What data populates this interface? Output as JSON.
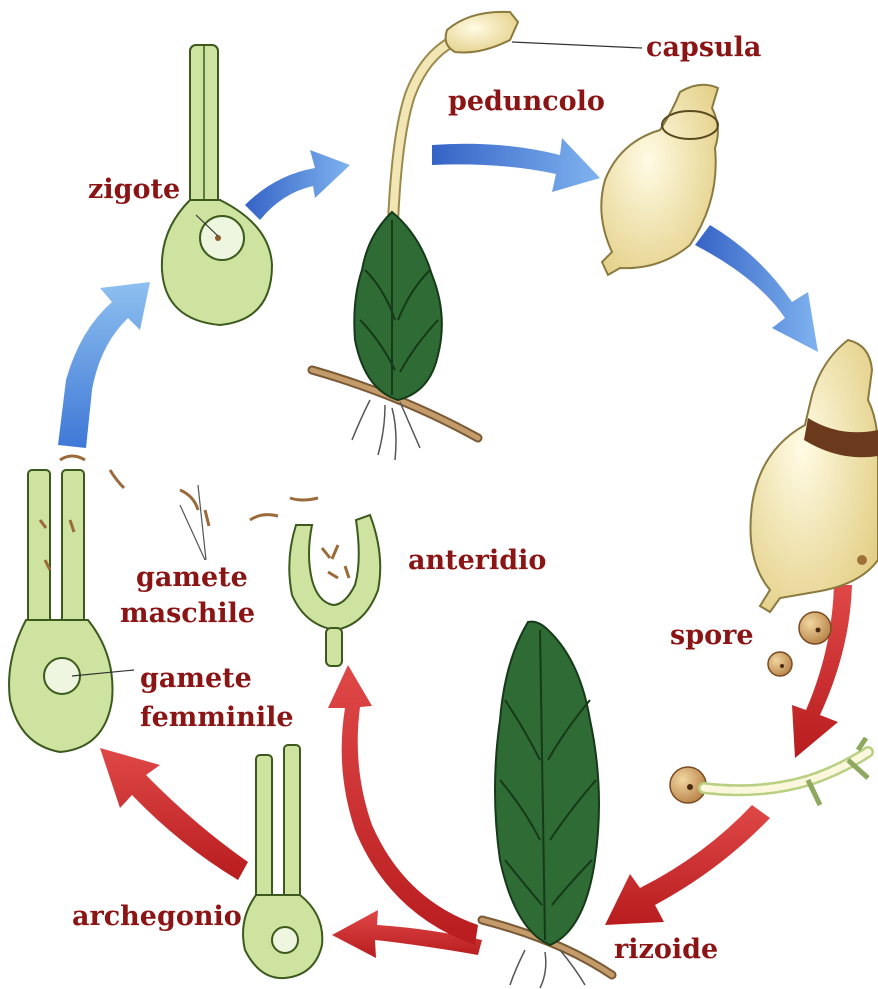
{
  "labels": {
    "capsula": "capsula",
    "peduncolo": "peduncolo",
    "zigote": "zigote",
    "anteridio": "anteridio",
    "gamete_maschile_1": "gamete",
    "gamete_maschile_2": "maschile",
    "gamete_femminile_1": "gamete",
    "gamete_femminile_2": "femminile",
    "spore": "spore",
    "archegonio": "archegonio",
    "rizoide": "rizoide"
  },
  "colors": {
    "label": "#8b1414",
    "arrow_blue": "#4a86d8",
    "arrow_red": "#c8282a",
    "leaf": "#2f6b34",
    "cell": "#cfe3a0",
    "capsule": "#f3e6ad"
  }
}
